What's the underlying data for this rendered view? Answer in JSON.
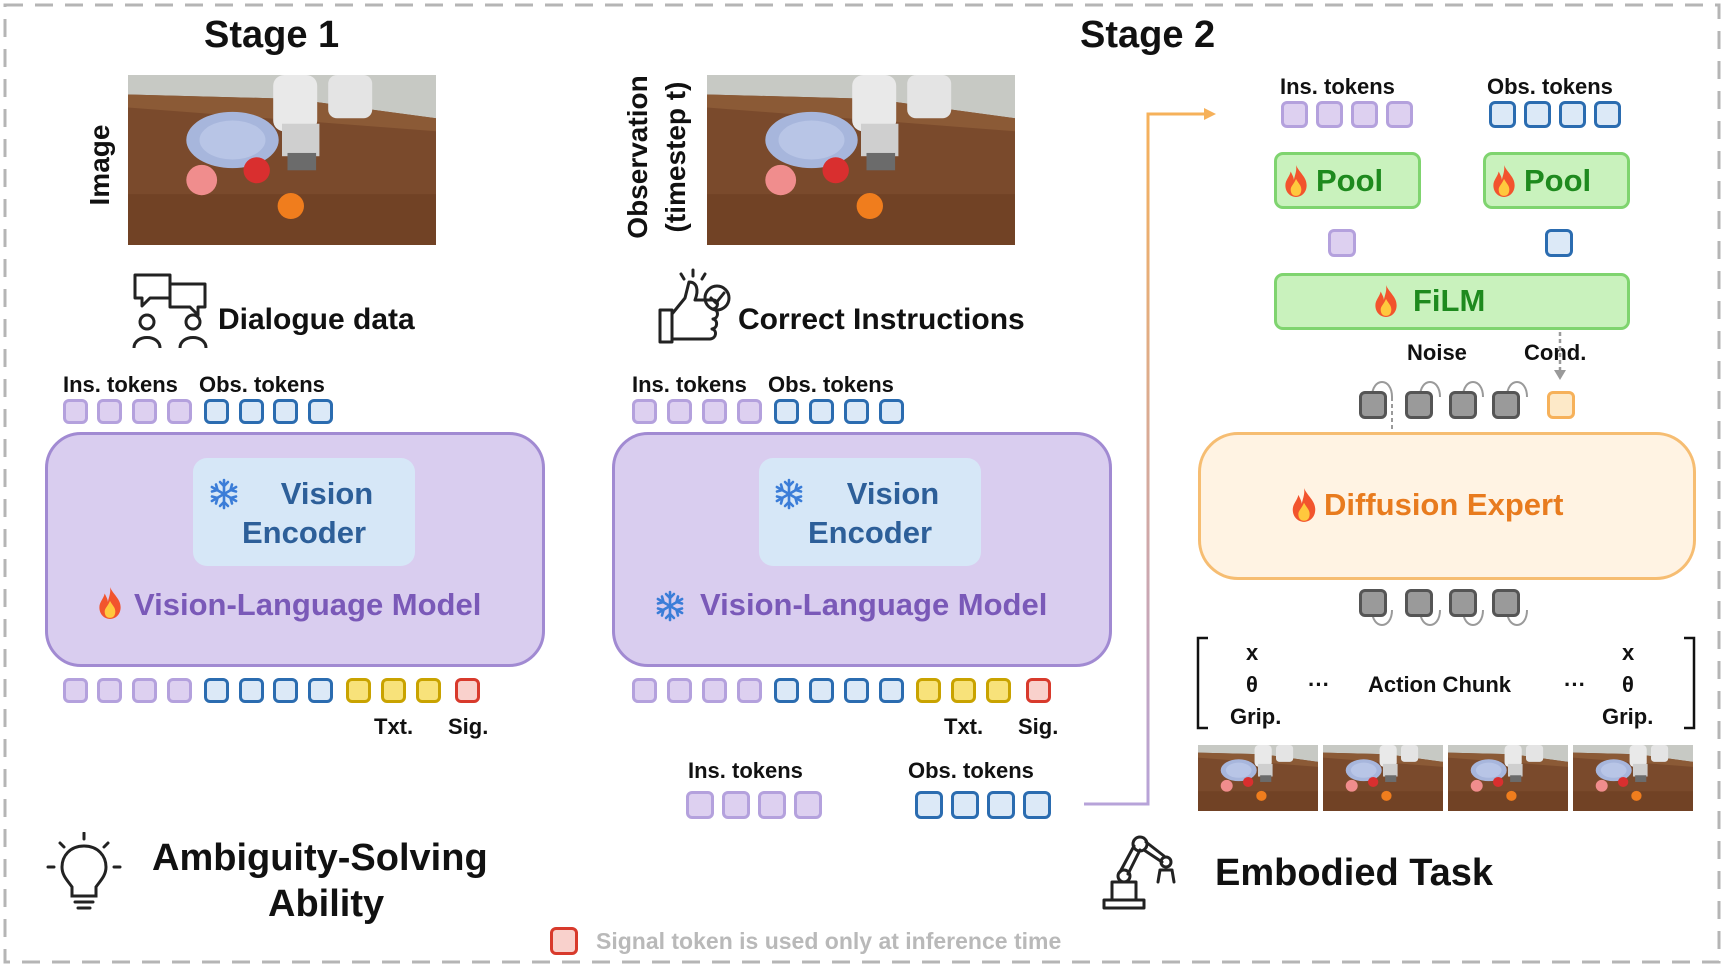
{
  "stage1": {
    "title": "Stage 1",
    "image_label": "Image",
    "data_label": "Dialogue data",
    "ins_label": "Ins. tokens",
    "obs_label": "Obs. tokens",
    "encoder_line1": "Vision",
    "encoder_line2": "Encoder",
    "vlm_label": "Vision-Language Model",
    "txt_label": "Txt.",
    "sig_label": "Sig.",
    "ability_line1": "Ambiguity-Solving",
    "ability_line2": "Ability"
  },
  "middle": {
    "obs_label_line1": "Observation",
    "obs_label_line2": "(timestep t)",
    "data_label": "Correct Instructions",
    "ins_label": "Ins. tokens",
    "obs_label": "Obs. tokens",
    "encoder_line1": "Vision",
    "encoder_line2": "Encoder",
    "vlm_label": "Vision-Language Model",
    "txt_label": "Txt.",
    "sig_label": "Sig.",
    "out_ins_label": "Ins. tokens",
    "out_obs_label": "Obs. tokens"
  },
  "stage2": {
    "title": "Stage 2",
    "ins_label": "Ins. tokens",
    "obs_label": "Obs. tokens",
    "pool1": "Pool",
    "pool2": "Pool",
    "film": "FiLM",
    "noise_label": "Noise",
    "cond_label": "Cond.",
    "diffusion": "Diffusion Expert",
    "x_left": "x",
    "theta_left": "θ",
    "grip_left": "Grip.",
    "dots_left": "···",
    "chunk_label": "Action Chunk",
    "dots_right": "···",
    "x_right": "x",
    "theta_right": "θ",
    "grip_right": "Grip.",
    "task_label": "Embodied Task"
  },
  "legend": {
    "text": "Signal token is used only at inference time"
  },
  "icons": {
    "frozen": "snowflake-icon",
    "trainable": "fire-icon",
    "dialogue": "dialogue-people-icon",
    "instructions": "thumbs-up-check-icon",
    "ability": "lightbulb-icon",
    "task": "robot-arm-icon"
  },
  "colors": {
    "ins_token": "#ddd0f0",
    "obs_token": "#2b6cb0",
    "txt_token": "#f8e27a",
    "sig_token": "#d83a2c",
    "vlm": "#d9cdef",
    "encoder": "#d6e7f7",
    "green_box": "#c9f2bd",
    "diffusion": "#fff3e3",
    "arrow": "#f6b15a"
  }
}
